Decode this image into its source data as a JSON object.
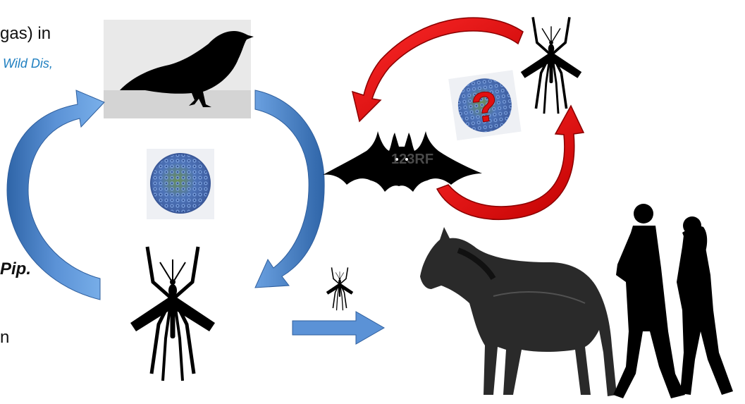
{
  "text_fragments": {
    "line1": "gas)  in",
    "line2_citation": "Wild Dis,",
    "line3_bold_italic": "Pip.",
    "line4": "n"
  },
  "question_mark": "?",
  "watermark": "123RF",
  "colors": {
    "blue_arrow": "#5b8fd0",
    "blue_arrow_dark": "#2f65a8",
    "red_arrow": "#e01010",
    "red_arrow_dark": "#8a0000",
    "citation_blue": "#1f7fc0",
    "silhouette": "#000000"
  },
  "icons": [
    "bird-icon",
    "bat-icon",
    "mosquito-icon",
    "virus-icon",
    "horse-icon",
    "people-icon"
  ]
}
